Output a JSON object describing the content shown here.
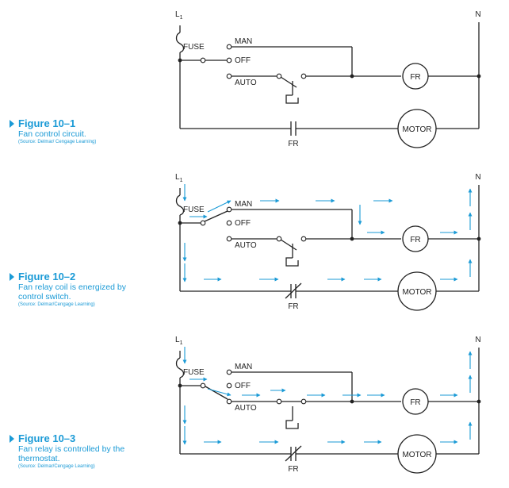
{
  "figures": [
    {
      "id": "10-1",
      "title": "Figure 10–1",
      "description": "Fan control circuit.",
      "source": "(Source: Delmar/ Cengage Learning)"
    },
    {
      "id": "10-2",
      "title": "Figure 10–2",
      "description": "Fan relay coil is energized by control switch.",
      "source": "(Source: Delmar/Cengage Learning)"
    },
    {
      "id": "10-3",
      "title": "Figure 10–3",
      "description": "Fan relay is controlled by the thermostat.",
      "source": "(Source: Delmar/Cengage Learning)"
    }
  ],
  "labels": {
    "line": "L",
    "line_subscript": "1",
    "neutral": "N",
    "fuse": "FUSE",
    "man": "MAN",
    "off": "OFF",
    "auto": "AUTO",
    "relay_coil": "FR",
    "motor": "MOTOR",
    "relay_contact": "FR"
  },
  "colors": {
    "line": "#222222",
    "flow_arrow": "#1a9ad6",
    "caption": "#1a9ad6"
  }
}
